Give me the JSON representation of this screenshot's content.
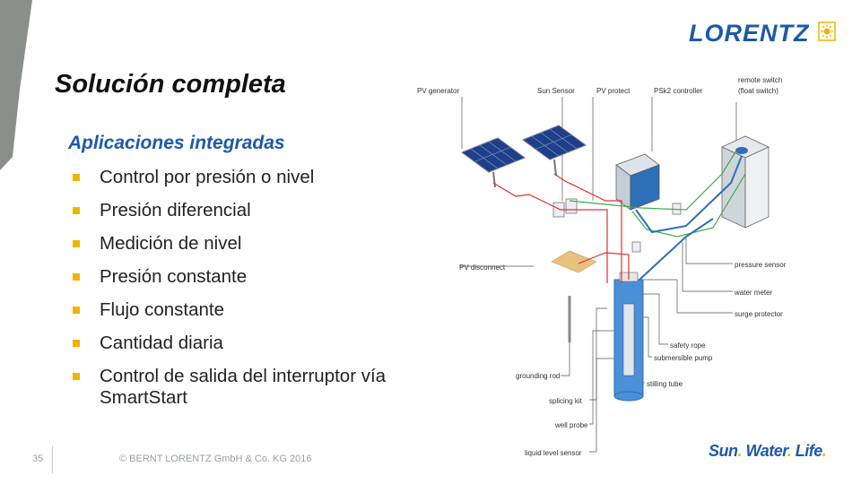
{
  "header": {
    "logo_text": "LORENTZ",
    "title": "Solución completa"
  },
  "content": {
    "subtitle": "Aplicaciones integradas",
    "bullets": [
      "Control por presión o nivel",
      "Presión diferencial",
      "Medición de nivel",
      "Presión constante",
      "Flujo constante",
      "Cantidad diaria",
      "Control de salida del interruptor vía SmartStart"
    ]
  },
  "diagram": {
    "labels": {
      "pv_generator": "PV generator",
      "sun_sensor": "Sun Sensor",
      "pv_protect": "PV protect",
      "psk2_controller": "PSk2 controller",
      "remote_switch_1": "remote switch",
      "remote_switch_2": "(float switch)",
      "pv_disconnect": "PV disconnect",
      "pressure_sensor": "pressure sensor",
      "water_meter": "water meter",
      "surge_protector": "surge protector",
      "safety_rope": "safety rope",
      "submersible_pump": "submersible pump",
      "grounding_rod": "grounding rod",
      "stilling_tube": "stilling tube",
      "splicing_kit": "splicing kit",
      "well_probe": "well probe",
      "liquid_level_sensor": "liquid level sensor"
    }
  },
  "footer": {
    "page_number": "35",
    "copyright": "© BERNT LORENTZ GmbH & Co. KG 2016",
    "slogan_parts": [
      "Sun",
      "Water",
      "Life"
    ],
    "slogan_dot": "."
  },
  "colors": {
    "brand_blue": "#1d5aa8",
    "accent_yellow": "#f0b400",
    "left_stripe": "#8b8f8c"
  }
}
